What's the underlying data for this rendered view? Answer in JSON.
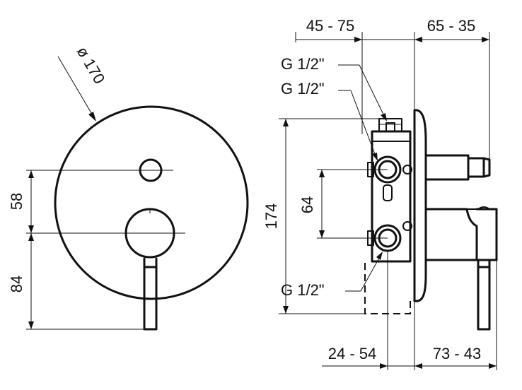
{
  "labels": {
    "diameter": "ø 170",
    "dim_58": "58",
    "dim_84": "84",
    "dim_45_75": "45 - 75",
    "dim_65_35": "65 - 35",
    "thread_top_1": "G 1/2\"",
    "thread_top_2": "G 1/2\"",
    "dim_174": "174",
    "dim_64": "64",
    "thread_bottom": "G 1/2\"",
    "dim_24_54": "24 - 54",
    "dim_73_43": "73 - 43"
  }
}
